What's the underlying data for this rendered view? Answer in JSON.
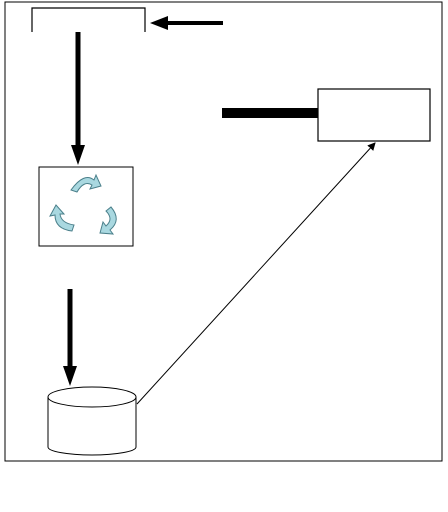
{
  "diagram": {
    "nodes": [
      {
        "id": "top-box",
        "shape": "open-box",
        "label": ""
      },
      {
        "id": "right-box",
        "shape": "box",
        "label": ""
      },
      {
        "id": "process-box",
        "shape": "box-with-cycle-arrows",
        "label": ""
      },
      {
        "id": "cylinder",
        "shape": "database-cylinder",
        "label": ""
      }
    ],
    "edges": [
      {
        "from": "external-right",
        "to": "top-box",
        "style": "thick-arrow"
      },
      {
        "from": "top-box",
        "to": "process-box",
        "style": "thick-arrow"
      },
      {
        "from": "process-box",
        "to": "cylinder",
        "style": "thick-arrow"
      },
      {
        "from": "right-box",
        "to": "left",
        "style": "thick-bar"
      },
      {
        "from": "cylinder",
        "to": "right-box",
        "style": "thin-arrow"
      }
    ],
    "colors": {
      "stroke": "#000000",
      "box_fill": "#ffffff",
      "cycle_arrow_fill": "#a9d8e0",
      "cycle_arrow_stroke": "#4a7f8a"
    },
    "icons": [
      "cycle-arrows-icon"
    ]
  }
}
